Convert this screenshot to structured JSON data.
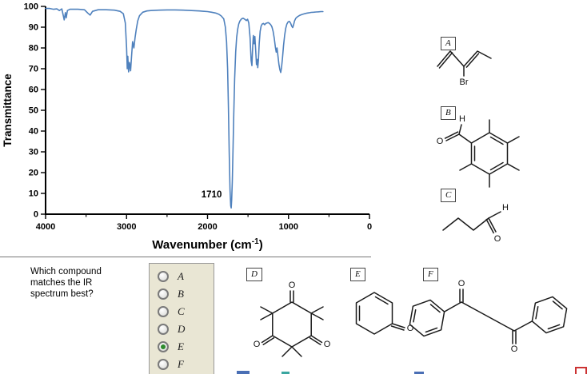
{
  "chart_data": {
    "type": "line",
    "title": "",
    "ylabel": "Transmittance",
    "xlabel_main": "Wavenumber (cm",
    "xlabel_sup": "-1",
    "xlabel_end": ")",
    "xlim": [
      4000,
      0
    ],
    "ylim": [
      0,
      100
    ],
    "x_major_ticks": [
      4000,
      3000,
      2000,
      1000,
      0
    ],
    "x_minor_ticks": [
      3500,
      2500,
      1500,
      500
    ],
    "y_ticks": [
      0,
      10,
      20,
      30,
      40,
      50,
      60,
      70,
      80,
      90,
      100
    ],
    "line_color": "#4f81bd",
    "annotation": {
      "label": "1710",
      "x": 1950,
      "y": 8
    },
    "series": [
      {
        "name": "IR spectrum",
        "points": [
          [
            4000,
            99
          ],
          [
            3950,
            99
          ],
          [
            3900,
            98.6
          ],
          [
            3860,
            98.8
          ],
          [
            3830,
            98
          ],
          [
            3800,
            98.8
          ],
          [
            3770,
            93.5
          ],
          [
            3755,
            97
          ],
          [
            3745,
            94.5
          ],
          [
            3730,
            98
          ],
          [
            3700,
            98.6
          ],
          [
            3600,
            98.6
          ],
          [
            3520,
            98.4
          ],
          [
            3480,
            96.8
          ],
          [
            3450,
            95.8
          ],
          [
            3420,
            97.6
          ],
          [
            3350,
            98.4
          ],
          [
            3250,
            98.4
          ],
          [
            3150,
            98.2
          ],
          [
            3080,
            97.6
          ],
          [
            3040,
            96.5
          ],
          [
            3015,
            92
          ],
          [
            3000,
            80
          ],
          [
            2992,
            70
          ],
          [
            2985,
            76
          ],
          [
            2975,
            68.5
          ],
          [
            2964,
            73
          ],
          [
            2950,
            69
          ],
          [
            2938,
            76
          ],
          [
            2925,
            83
          ],
          [
            2910,
            80
          ],
          [
            2895,
            85
          ],
          [
            2880,
            89
          ],
          [
            2862,
            93
          ],
          [
            2840,
            95.5
          ],
          [
            2800,
            97.2
          ],
          [
            2750,
            97.8
          ],
          [
            2700,
            98
          ],
          [
            2600,
            98.2
          ],
          [
            2500,
            98.3
          ],
          [
            2400,
            98.3
          ],
          [
            2300,
            98.2
          ],
          [
            2200,
            98
          ],
          [
            2100,
            97.8
          ],
          [
            2000,
            97.5
          ],
          [
            1950,
            97.2
          ],
          [
            1900,
            96.8
          ],
          [
            1860,
            96.2
          ],
          [
            1830,
            95.4
          ],
          [
            1800,
            94
          ],
          [
            1780,
            90
          ],
          [
            1765,
            83
          ],
          [
            1752,
            70
          ],
          [
            1742,
            52
          ],
          [
            1732,
            30
          ],
          [
            1722,
            12
          ],
          [
            1714,
            4
          ],
          [
            1708,
            3
          ],
          [
            1702,
            7
          ],
          [
            1694,
            16
          ],
          [
            1686,
            30
          ],
          [
            1676,
            48
          ],
          [
            1665,
            65
          ],
          [
            1652,
            78
          ],
          [
            1640,
            85
          ],
          [
            1628,
            89
          ],
          [
            1615,
            91.5
          ],
          [
            1600,
            93
          ],
          [
            1580,
            94
          ],
          [
            1560,
            94.3
          ],
          [
            1540,
            93.8
          ],
          [
            1520,
            93.2
          ],
          [
            1505,
            93.8
          ],
          [
            1490,
            92
          ],
          [
            1475,
            85
          ],
          [
            1462,
            74
          ],
          [
            1452,
            71.5
          ],
          [
            1443,
            80
          ],
          [
            1434,
            86
          ],
          [
            1424,
            82
          ],
          [
            1415,
            85.5
          ],
          [
            1405,
            79
          ],
          [
            1396,
            72
          ],
          [
            1388,
            74.5
          ],
          [
            1380,
            70.5
          ],
          [
            1372,
            74
          ],
          [
            1362,
            82
          ],
          [
            1350,
            88
          ],
          [
            1338,
            90.5
          ],
          [
            1325,
            91.5
          ],
          [
            1310,
            91.8
          ],
          [
            1295,
            91.2
          ],
          [
            1280,
            91.8
          ],
          [
            1265,
            92
          ],
          [
            1250,
            92.2
          ],
          [
            1235,
            91.8
          ],
          [
            1220,
            91.2
          ],
          [
            1205,
            90.2
          ],
          [
            1190,
            88
          ],
          [
            1175,
            84.5
          ],
          [
            1162,
            80.5
          ],
          [
            1152,
            78
          ],
          [
            1142,
            80
          ],
          [
            1130,
            76
          ],
          [
            1118,
            72
          ],
          [
            1106,
            69.5
          ],
          [
            1096,
            68.2
          ],
          [
            1086,
            70.5
          ],
          [
            1075,
            75
          ],
          [
            1062,
            81
          ],
          [
            1048,
            86
          ],
          [
            1034,
            89.5
          ],
          [
            1020,
            91.5
          ],
          [
            1005,
            92.5
          ],
          [
            990,
            92.8
          ],
          [
            975,
            92
          ],
          [
            960,
            90.5
          ],
          [
            948,
            89.8
          ],
          [
            938,
            91
          ],
          [
            925,
            93
          ],
          [
            910,
            94.3
          ],
          [
            890,
            95
          ],
          [
            865,
            95.6
          ],
          [
            840,
            96
          ],
          [
            810,
            96.4
          ],
          [
            780,
            96.7
          ],
          [
            750,
            96.9
          ],
          [
            720,
            97.1
          ],
          [
            690,
            97.2
          ],
          [
            660,
            97.3
          ],
          [
            630,
            97.4
          ],
          [
            600,
            97.5
          ],
          [
            575,
            97.5
          ]
        ]
      }
    ]
  },
  "structures": {
    "A": {
      "label": "A",
      "atoms": {
        "br": "Br"
      }
    },
    "B": {
      "label": "B",
      "atoms": {
        "h": "H",
        "o": "O"
      }
    },
    "C": {
      "label": "C",
      "atoms": {
        "h": "H",
        "o": "O"
      }
    },
    "D": {
      "label": "D",
      "atoms": {
        "o_top": "O",
        "o_left": "O",
        "o_right": "O"
      }
    },
    "E": {
      "label": "E",
      "atoms": {
        "o": "O"
      }
    },
    "F": {
      "label": "F",
      "atoms": {
        "o1": "O",
        "o2": "O"
      }
    }
  },
  "question": {
    "text": "Which compound matches the IR spectrum best?",
    "options": [
      "A",
      "B",
      "C",
      "D",
      "E",
      "F"
    ],
    "selected": "E"
  }
}
